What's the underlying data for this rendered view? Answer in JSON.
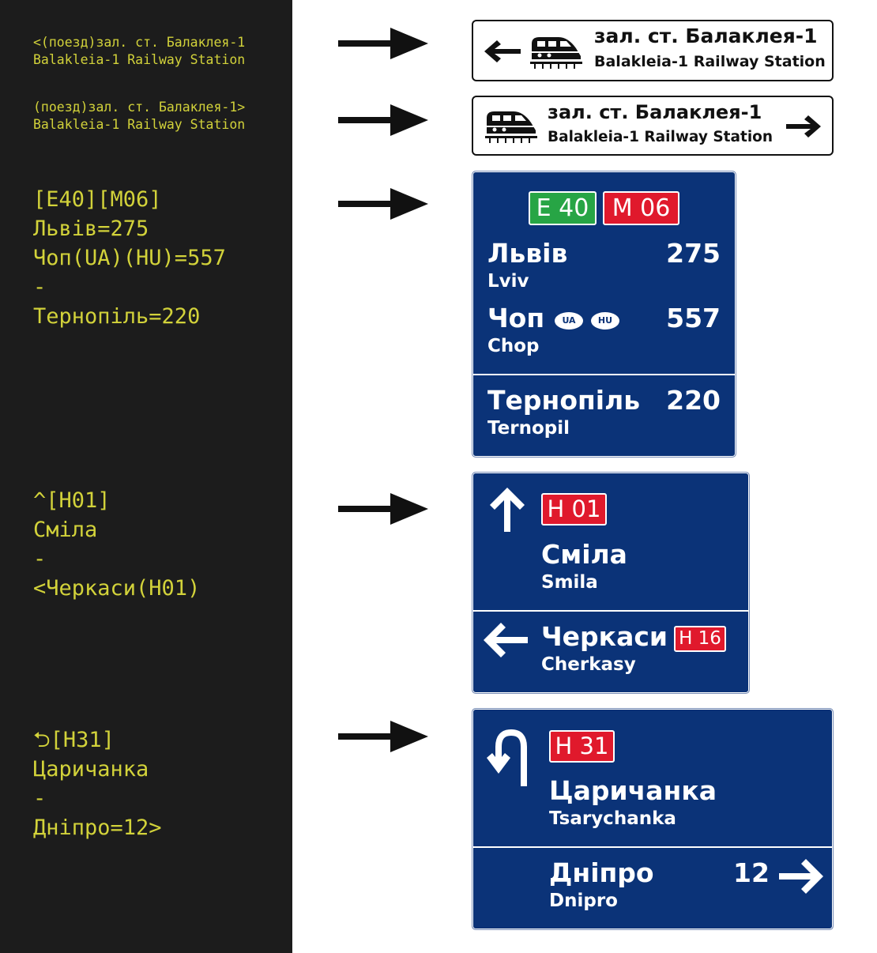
{
  "colors": {
    "panel_bg": "#1c1c1c",
    "code_text": "#d2d23a",
    "sign_blue": "#0b3378",
    "e_route_green": "#27a545",
    "national_route_red": "#e0192c"
  },
  "code_examples": [
    {
      "lines": [
        "<(поезд)зал. ст. Балаклея-1",
        "Balakleia-1 Railway Station"
      ]
    },
    {
      "lines": [
        "(поезд)зал. ст. Балаклея-1>",
        "Balakleia-1 Railway Station"
      ]
    },
    {
      "lines": [
        "[E40][M06]",
        "Львів=275",
        "Чоп(UA)(HU)=557",
        "-",
        "Тернопіль=220"
      ]
    },
    {
      "lines": [
        "^[H01]",
        "Сміла",
        "-",
        "<Черкаси(H01)"
      ]
    },
    {
      "lines": [
        "⮌[H31]",
        "Царичанка",
        "-",
        "Дніпро=12>"
      ]
    }
  ],
  "signs": {
    "rail_left": {
      "title": "зал. ст. Балаклея-1",
      "subtitle": "Balakleia-1 Railway Station",
      "arrow_icon": "arrow-left-icon",
      "pictogram": "train-icon"
    },
    "rail_right": {
      "title": "зал. ст. Балаклея-1",
      "subtitle": "Balakleia-1 Railway Station",
      "arrow_icon": "arrow-right-icon",
      "pictogram": "train-icon"
    },
    "lviv_chop": {
      "routes": [
        "E 40",
        "M 06"
      ],
      "rows": [
        {
          "name": "Львів",
          "latin": "Lviv",
          "distance": "275"
        },
        {
          "name": "Чоп",
          "latin": "Chop",
          "distance": "557",
          "badges": [
            "UA",
            "HU"
          ]
        },
        {
          "name": "Тернопіль",
          "latin": "Ternopil",
          "distance": "220"
        }
      ]
    },
    "smila": {
      "route": "H 01",
      "top": {
        "name": "Сміла",
        "latin": "Smila",
        "icon": "arrow-up-icon"
      },
      "bottom": {
        "name": "Черкаси",
        "latin": "Cherkasy",
        "route": "H 16",
        "icon": "arrow-left-icon"
      }
    },
    "tsarychanka": {
      "route": "H 31",
      "top": {
        "name": "Царичанка",
        "latin": "Tsarychanka",
        "icon": "u-turn-icon"
      },
      "bottom": {
        "name": "Дніпро",
        "latin": "Dnipro",
        "distance": "12",
        "icon": "arrow-right-icon"
      }
    }
  }
}
